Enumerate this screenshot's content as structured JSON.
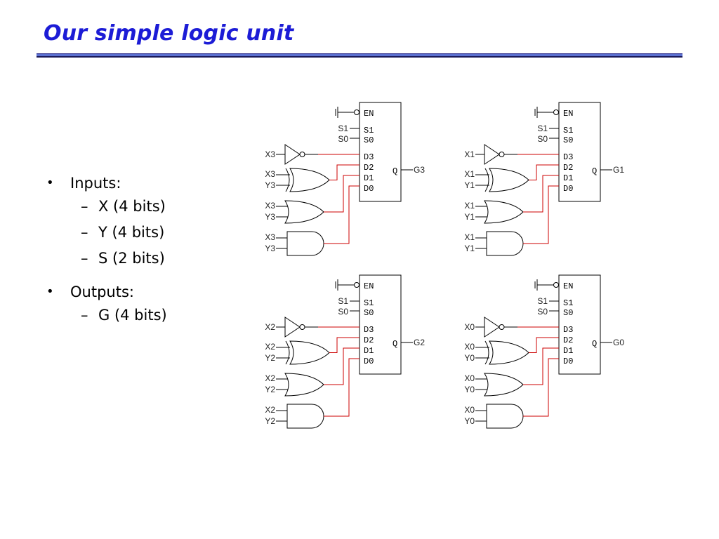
{
  "title": "Our simple logic unit",
  "bullets": [
    {
      "label": "Inputs:",
      "sub": [
        "X (4 bits)",
        "Y (4 bits)",
        "S (2 bits)"
      ]
    },
    {
      "label": "Outputs:",
      "sub": [
        "G (4 bits)"
      ]
    }
  ],
  "mux_pins": {
    "en": "EN",
    "s1": "S1",
    "s0": "S0",
    "d3": "D3",
    "d2": "D2",
    "d1": "D1",
    "d0": "D0",
    "q": "Q"
  },
  "select_labels": {
    "s1": "S1",
    "s0": "S0"
  },
  "circuits": [
    {
      "bit": "3",
      "x": "X3",
      "y": "Y3",
      "out": "G3"
    },
    {
      "bit": "1",
      "x": "X1",
      "y": "Y1",
      "out": "G1"
    },
    {
      "bit": "2",
      "x": "X2",
      "y": "Y2",
      "out": "G2"
    },
    {
      "bit": "0",
      "x": "X0",
      "y": "Y0",
      "out": "G0"
    }
  ],
  "colors": {
    "title": "#1c1cd6",
    "rule": "#5a6fd0",
    "wire": "#cc0000"
  }
}
